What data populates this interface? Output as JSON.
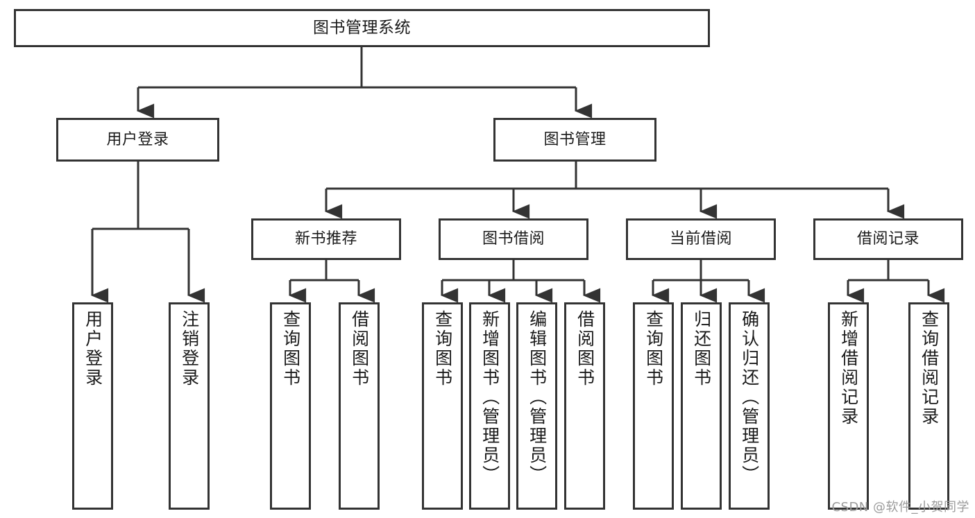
{
  "diagram": {
    "type": "hierarchy-tree",
    "title": "图书管理系统",
    "colors": {
      "box_border": "#333333",
      "box_fill": "#ffffff",
      "connector": "#333333",
      "text": "#1a1a1a",
      "watermark": "#9a9a9a",
      "background": "#ffffff"
    },
    "nodes": {
      "root": {
        "label": "图书管理系统"
      },
      "level2": [
        {
          "label": "用户登录"
        },
        {
          "label": "图书管理"
        }
      ],
      "level3": [
        {
          "label": "新书推荐"
        },
        {
          "label": "图书借阅"
        },
        {
          "label": "当前借阅"
        },
        {
          "label": "借阅记录"
        }
      ],
      "leaves": [
        {
          "label": "用户登录"
        },
        {
          "label": "注销登录"
        },
        {
          "label": "查询图书"
        },
        {
          "label": "借阅图书"
        },
        {
          "label": "查询图书"
        },
        {
          "label": "新增图书（管理员）"
        },
        {
          "label": "编辑图书（管理员）"
        },
        {
          "label": "借阅图书"
        },
        {
          "label": "查询图书"
        },
        {
          "label": "归还图书"
        },
        {
          "label": "确认归还（管理员）"
        },
        {
          "label": "新增借阅记录"
        },
        {
          "label": "查询借阅记录"
        }
      ]
    },
    "watermark": "CSDN @软件_小贺同学"
  }
}
